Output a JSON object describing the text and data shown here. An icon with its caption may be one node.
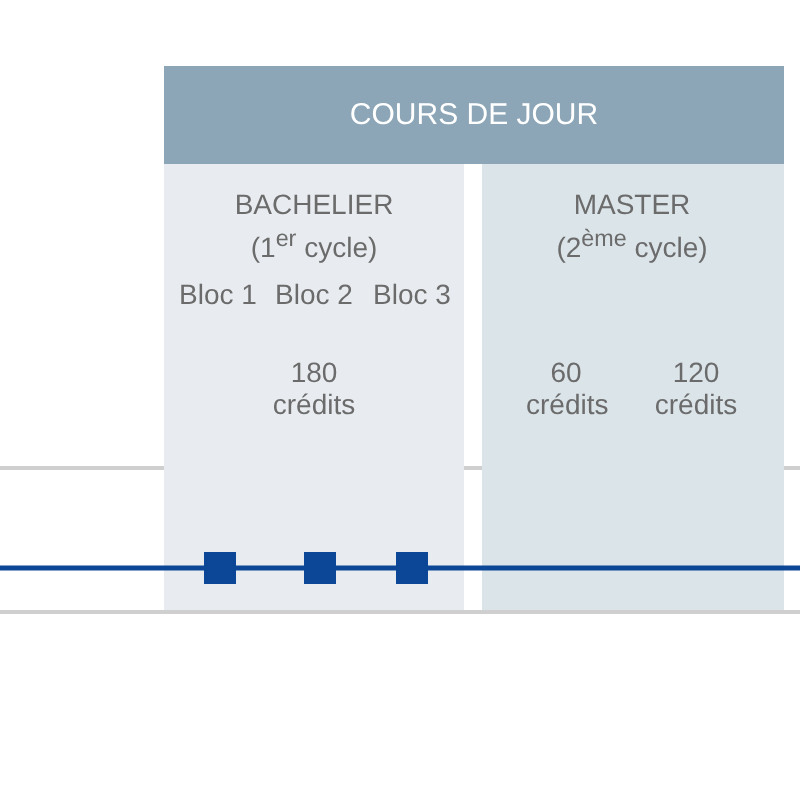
{
  "diagram": {
    "nodes": [
      {
        "text": [
          "COURS DE JOUR"
        ]
      },
      {
        "text": [
          "BACHELIER",
          "(1$^{er}$ cycle)",
          "Bloc 1",
          "Bloc 2",
          "Bloc 3",
          "180 crédits"
        ]
      },
      {
        "text": [
          "MASTER",
          "(2$^{ème}$ cycle)",
          "60 crédits",
          "120 crédits"
        ]
      },
      {
        "text": [],
        "shape": "box",
        "in": 1
      },
      {
        "text": [],
        "shape": "box",
        "in": 1
      },
      {
        "text": [],
        "shape": "box",
        "in": 1
      }
    ]
  }
}
